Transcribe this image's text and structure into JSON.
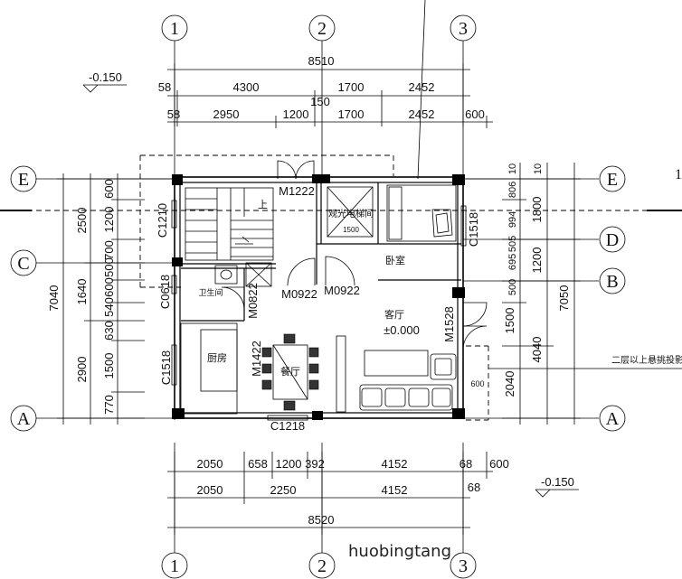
{
  "grid_axes": {
    "vertical": [
      "1",
      "2",
      "3"
    ],
    "horizontal": [
      "E",
      "C",
      "A",
      "E",
      "D",
      "B",
      "A"
    ]
  },
  "elevations": {
    "top_left": "-0.150",
    "bottom_right": "-0.150",
    "living": "±0.000"
  },
  "top_dims": {
    "overall": "8510",
    "row2": [
      "58",
      "4300",
      "1700",
      "2452"
    ],
    "mid": "150",
    "row3": [
      "58",
      "2950",
      "1200",
      "1700",
      "2452",
      "600"
    ]
  },
  "bottom_dims": {
    "row1": [
      "2050",
      "658",
      "1200",
      "392",
      "4152",
      "68",
      "600"
    ],
    "row2": [
      "2050",
      "2250",
      "4152",
      "68"
    ],
    "overall": "8520"
  },
  "left_dims": {
    "overall": "7040",
    "col2": [
      "2500",
      "1640",
      "2900"
    ],
    "col3": [
      "600",
      "1200",
      "700",
      "500",
      "600",
      "540",
      "630",
      "1500",
      "770"
    ]
  },
  "right_dims": {
    "overall": "7050",
    "col2": [
      "1800",
      "1200",
      "4040"
    ],
    "col1": [
      "10",
      "806",
      "994",
      "505",
      "695",
      "500",
      "1500",
      "2040",
      "10"
    ],
    "small": "600"
  },
  "rooms": {
    "bedroom": "卧室",
    "living": "客厅",
    "kitchen": "厨房",
    "dining": "餐厅",
    "bathroom": "卫生间",
    "elevator": "观光电梯间",
    "up": "上",
    "elevator_size": "1500"
  },
  "openings": [
    "M1222",
    "C1210",
    "C1518",
    "C0618",
    "M0922",
    "M0922",
    "M0822",
    "M1528",
    "C1518",
    "M1422",
    "C1218"
  ],
  "notes": {
    "cantilever": "二层以上悬挑投影线",
    "edge_mark": "1"
  },
  "watermark": "huobingtang"
}
